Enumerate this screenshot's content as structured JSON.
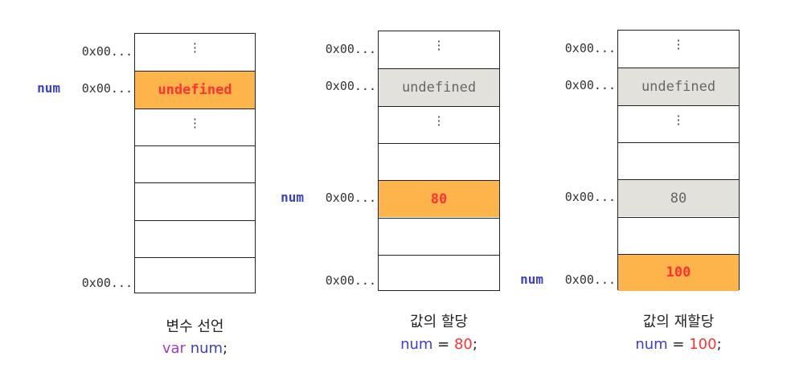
{
  "panels": [
    {
      "caption": "변수 선언",
      "code": {
        "keyword": "var",
        "name": "num",
        "assign": "",
        "value": "",
        "end": ";"
      },
      "variable_label": "num",
      "cells": [
        {
          "text": "⋮",
          "kind": "dots",
          "address": "0x00..."
        },
        {
          "text": "undefined",
          "kind": "highlight",
          "address": "0x00..."
        },
        {
          "text": "⋮",
          "kind": "dots",
          "address": ""
        },
        {
          "text": "",
          "kind": "empty",
          "address": ""
        },
        {
          "text": "",
          "kind": "empty",
          "address": ""
        },
        {
          "text": "",
          "kind": "empty",
          "address": ""
        },
        {
          "text": "",
          "kind": "empty",
          "address": "0x00..."
        }
      ]
    },
    {
      "caption": "값의 할당",
      "code": {
        "keyword": "",
        "name": "num",
        "assign": " = ",
        "value": "80",
        "end": ";"
      },
      "variable_label": "num",
      "cells": [
        {
          "text": "⋮",
          "kind": "dots",
          "address": "0x00..."
        },
        {
          "text": "undefined",
          "kind": "old",
          "address": "0x00..."
        },
        {
          "text": "⋮",
          "kind": "dots",
          "address": ""
        },
        {
          "text": "",
          "kind": "empty",
          "address": ""
        },
        {
          "text": "80",
          "kind": "highlight",
          "address": "0x00..."
        },
        {
          "text": "",
          "kind": "empty",
          "address": ""
        },
        {
          "text": "",
          "kind": "empty",
          "address": "0x00..."
        }
      ]
    },
    {
      "caption": "값의 재할당",
      "code": {
        "keyword": "",
        "name": "num",
        "assign": " = ",
        "value": "100",
        "end": ";"
      },
      "variable_label": "num",
      "cells": [
        {
          "text": "⋮",
          "kind": "dots",
          "address": "0x00..."
        },
        {
          "text": "undefined",
          "kind": "old",
          "address": "0x00..."
        },
        {
          "text": "⋮",
          "kind": "dots",
          "address": ""
        },
        {
          "text": "",
          "kind": "empty",
          "address": ""
        },
        {
          "text": "80",
          "kind": "old",
          "address": "0x00..."
        },
        {
          "text": "",
          "kind": "empty",
          "address": ""
        },
        {
          "text": "100",
          "kind": "highlight",
          "address": "0x00..."
        }
      ]
    }
  ],
  "colors": {
    "highlight": "#FDB44B",
    "old": "#E2E1DC",
    "variable": "#3b3fcf",
    "value": "#ff3333",
    "keyword": "#9b3fd0"
  }
}
